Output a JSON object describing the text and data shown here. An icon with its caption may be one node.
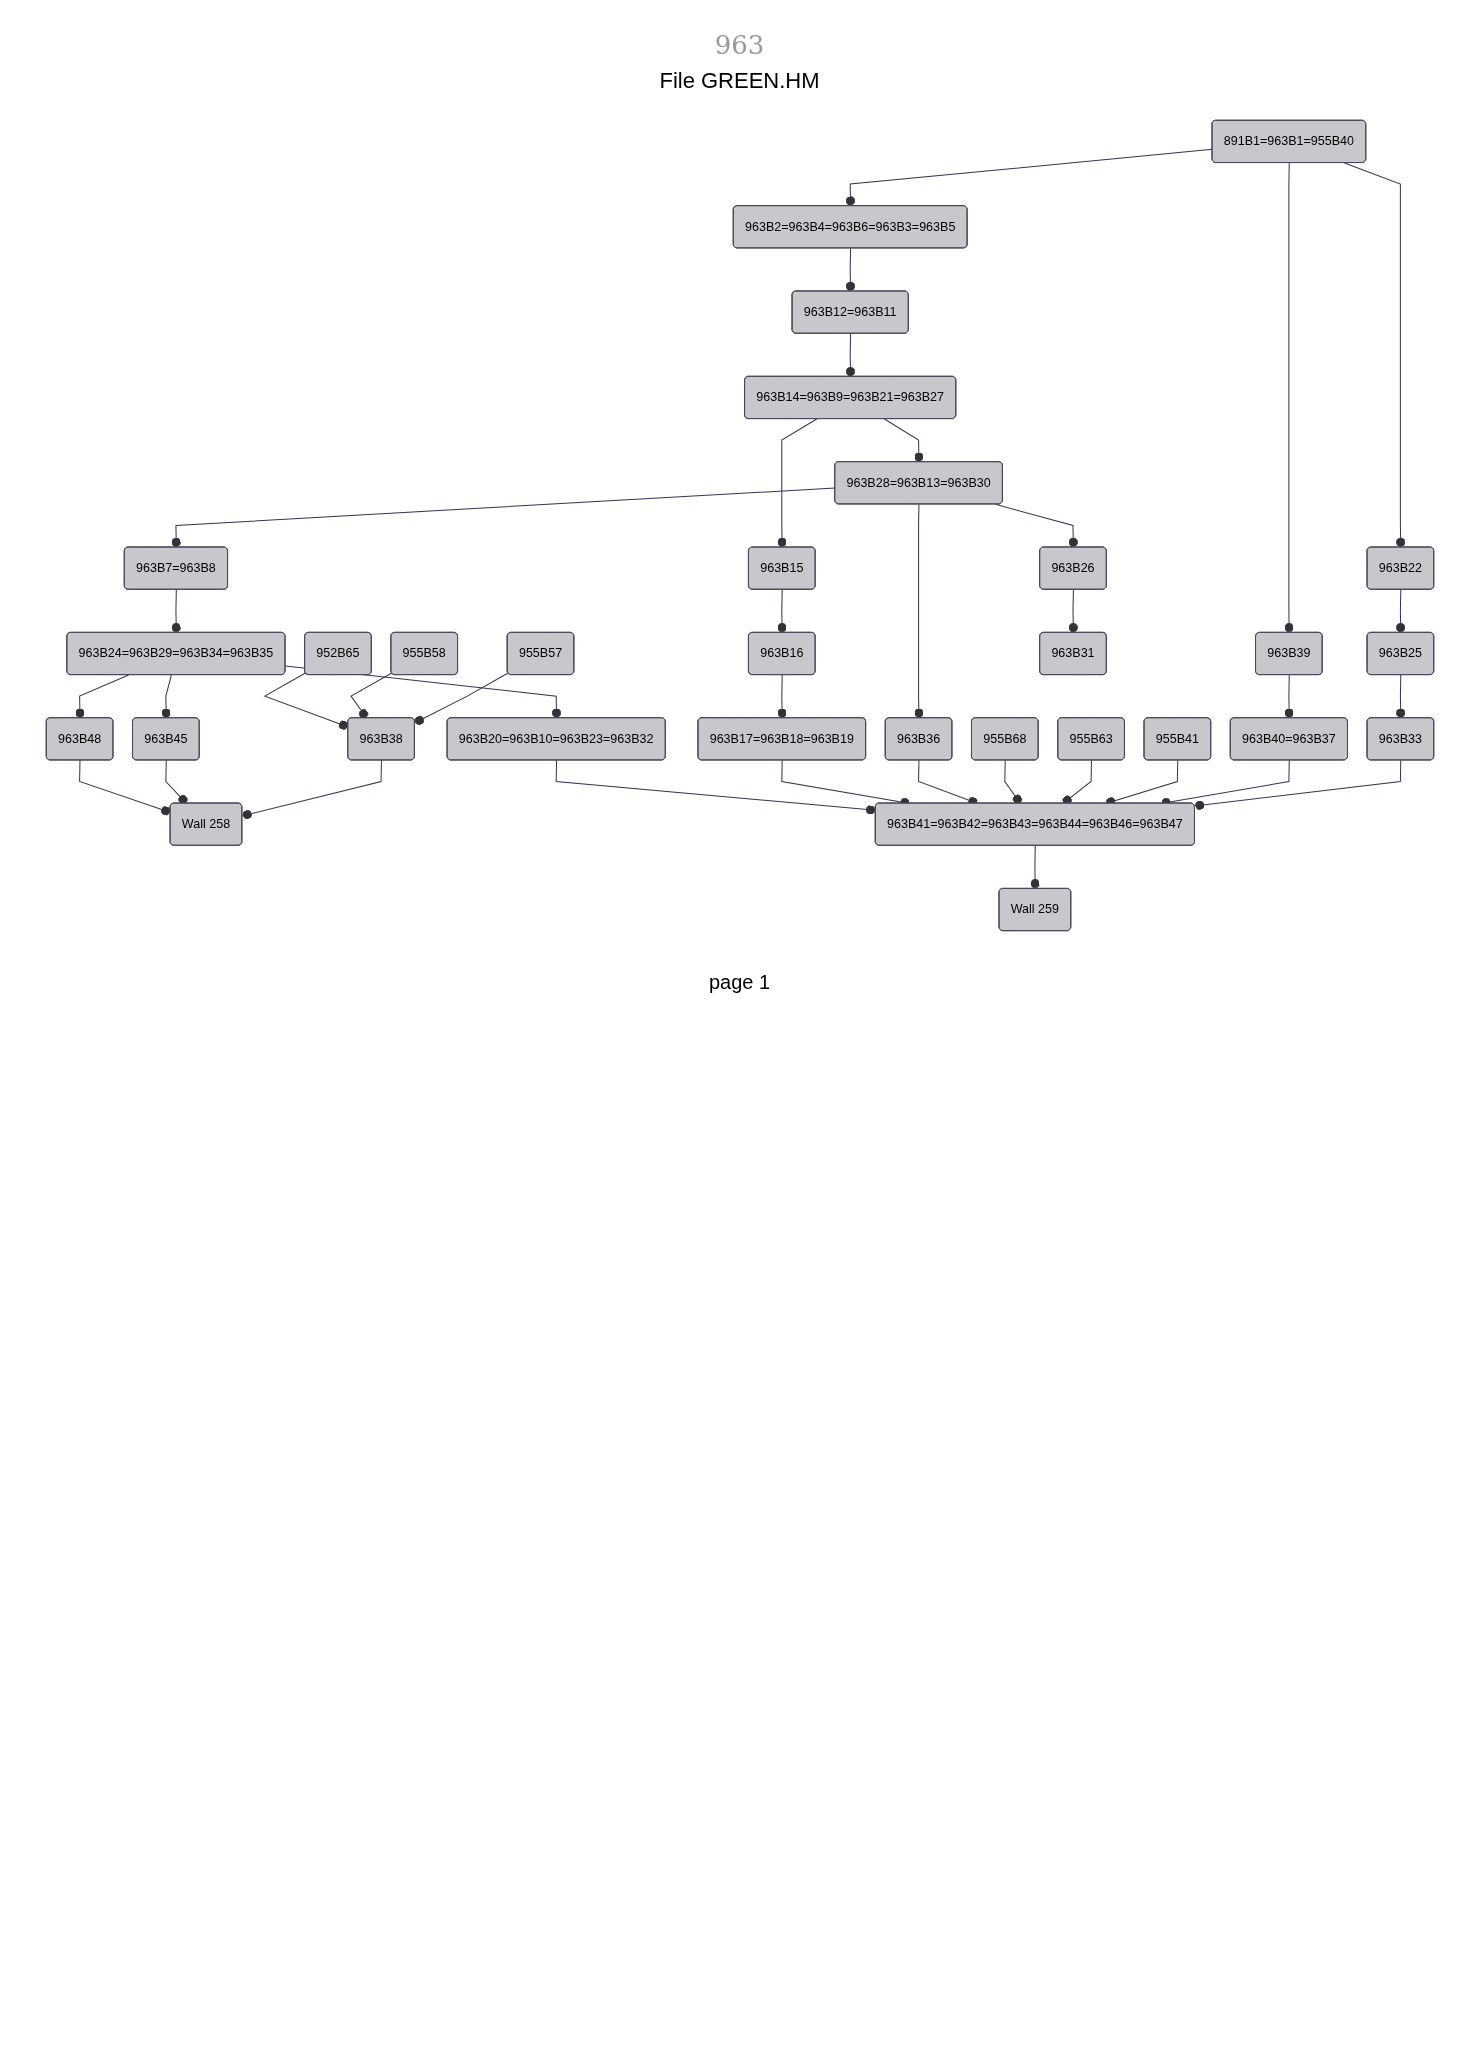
{
  "diagram": {
    "title": "File GREEN.HM",
    "nodes": [
      {
        "text": [
          "955B57"
        ]
      },
      {
        "text": [
          "955B58"
        ]
      },
      {
        "text": [
          "952B65"
        ]
      },
      {
        "text": [
          "891B1=963B1=955B40"
        ]
      },
      {
        "text": [
          "955B41"
        ]
      },
      {
        "text": [
          "955B63"
        ]
      },
      {
        "text": [
          "955B68"
        ]
      },
      {
        "text": [
          "963B38"
        ]
      },
      {
        "text": [
          "963B2=963B4=963B6=963B3=963B5"
        ]
      },
      {
        "text": [
          "963B22"
        ]
      },
      {
        "text": [
          "963B39"
        ]
      },
      {
        "text": [
          "963B12=963B11"
        ]
      },
      {
        "text": [
          "963B25"
        ]
      },
      {
        "text": [
          "963B40=963B37"
        ]
      },
      {
        "text": [
          "963B14=963B9=963B21=963B27"
        ]
      },
      {
        "text": [
          "963B33"
        ]
      },
      {
        "text": [
          "963B28=963B13=963B30"
        ]
      },
      {
        "text": [
          "963B15"
        ]
      },
      {
        "text": [
          "963B26"
        ]
      },
      {
        "text": [
          "963B7=963B8"
        ]
      },
      {
        "text": [
          "963B36"
        ]
      },
      {
        "text": [
          "963B16"
        ]
      },
      {
        "text": [
          "963B31"
        ]
      },
      {
        "text": [
          "963B24=963B29=963B34=963B35"
        ]
      },
      {
        "text": [
          "963B17=963B18=963B19"
        ]
      },
      {
        "text": [
          "963B45"
        ]
      },
      {
        "text": [
          "963B48"
        ]
      },
      {
        "text": [
          "963B20=963B10=963B23=963B32"
        ]
      },
      {
        "text": [
          "Wall 258"
        ]
      },
      {
        "text": [
          "963B41=963B42=963B43=963B44=963B46=963B47"
        ]
      },
      {
        "text": [
          "Wall 259"
        ]
      }
    ],
    "edges": [
      {
        "from": 0,
        "to": 7,
        "arrow": "other"
      },
      {
        "from": 1,
        "to": 7,
        "arrow": "other"
      },
      {
        "from": 2,
        "to": 7,
        "arrow": "other"
      },
      {
        "from": 3,
        "to": 8,
        "arrow": "other"
      },
      {
        "from": 3,
        "to": 9,
        "arrow": "other"
      },
      {
        "from": 3,
        "to": 10,
        "arrow": "other"
      },
      {
        "from": 8,
        "to": 11,
        "arrow": "other"
      },
      {
        "from": 9,
        "to": 12,
        "arrow": "other"
      },
      {
        "from": 10,
        "to": 13,
        "arrow": "other"
      },
      {
        "from": 11,
        "to": 14,
        "arrow": "other"
      },
      {
        "from": 12,
        "to": 15,
        "arrow": "other"
      },
      {
        "from": 14,
        "to": 16,
        "arrow": "other"
      },
      {
        "from": 14,
        "to": 17,
        "arrow": "other"
      },
      {
        "from": 16,
        "to": 18,
        "arrow": "other"
      },
      {
        "from": 16,
        "to": 19,
        "arrow": "other"
      },
      {
        "from": 16,
        "to": 20,
        "arrow": "other"
      },
      {
        "from": 17,
        "to": 21,
        "arrow": "other"
      },
      {
        "from": 18,
        "to": 22,
        "arrow": "other"
      },
      {
        "from": 19,
        "to": 23,
        "arrow": "other"
      },
      {
        "from": 21,
        "to": 24,
        "arrow": "other"
      },
      {
        "from": 23,
        "to": 25,
        "arrow": "other"
      },
      {
        "from": 23,
        "to": 26,
        "arrow": "other"
      },
      {
        "from": 23,
        "to": 27,
        "arrow": "other"
      },
      {
        "from": 7,
        "to": 28,
        "arrow": "other"
      },
      {
        "from": 25,
        "to": 28,
        "arrow": "other"
      },
      {
        "from": 26,
        "to": 28,
        "arrow": "other"
      },
      {
        "from": 15,
        "to": 29,
        "arrow": "other"
      },
      {
        "from": 13,
        "to": 29,
        "arrow": "other"
      },
      {
        "from": 4,
        "to": 29,
        "arrow": "other"
      },
      {
        "from": 5,
        "to": 29,
        "arrow": "other"
      },
      {
        "from": 6,
        "to": 29,
        "arrow": "other"
      },
      {
        "from": 20,
        "to": 29,
        "arrow": "other"
      },
      {
        "from": 24,
        "to": 29,
        "arrow": "other"
      },
      {
        "from": 27,
        "to": 29,
        "arrow": "other"
      },
      {
        "from": 29,
        "to": 30,
        "arrow": "other"
      }
    ],
    "labels": [
      "963",
      "page 1"
    ]
  }
}
